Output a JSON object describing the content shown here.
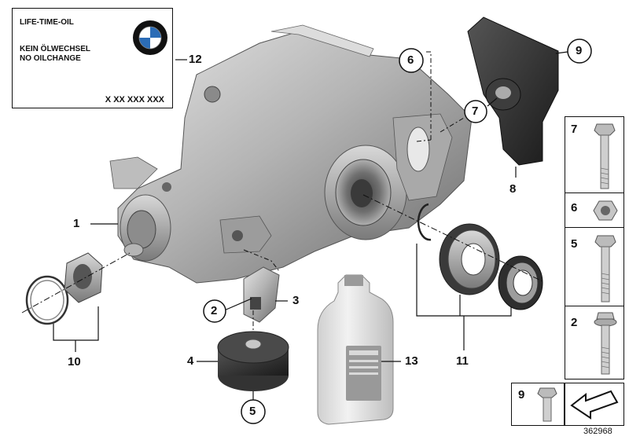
{
  "oil_label": {
    "line1": "LIFE-TIME-OIL",
    "line2": "KEIN ÖLWECHSEL",
    "line3": "NO OILCHANGE",
    "code": "X XX XXX XXX",
    "brand_logo": "BMW"
  },
  "callouts": {
    "c1": "1",
    "c2": "2",
    "c3": "3",
    "c4": "4",
    "c5": "5",
    "c6": "6",
    "c7": "7",
    "c8": "8",
    "c9": "9",
    "c10": "10",
    "c11": "11",
    "c12": "12",
    "c13": "13"
  },
  "sidebar": {
    "items": [
      {
        "label": "7",
        "icon": "long-bolt-icon"
      },
      {
        "label": "6",
        "icon": "hex-nut-icon"
      },
      {
        "label": "5",
        "icon": "hex-bolt-icon"
      },
      {
        "label": "2",
        "icon": "flange-bolt-icon"
      }
    ],
    "bottom_item": {
      "label": "9",
      "icon": "short-bolt-icon"
    }
  },
  "diagram_id": "362968",
  "colors": {
    "metal_light": "#c8c8c8",
    "metal_dark": "#6f6f6f",
    "rubber": "#2a2a2a",
    "line": "#111111"
  }
}
